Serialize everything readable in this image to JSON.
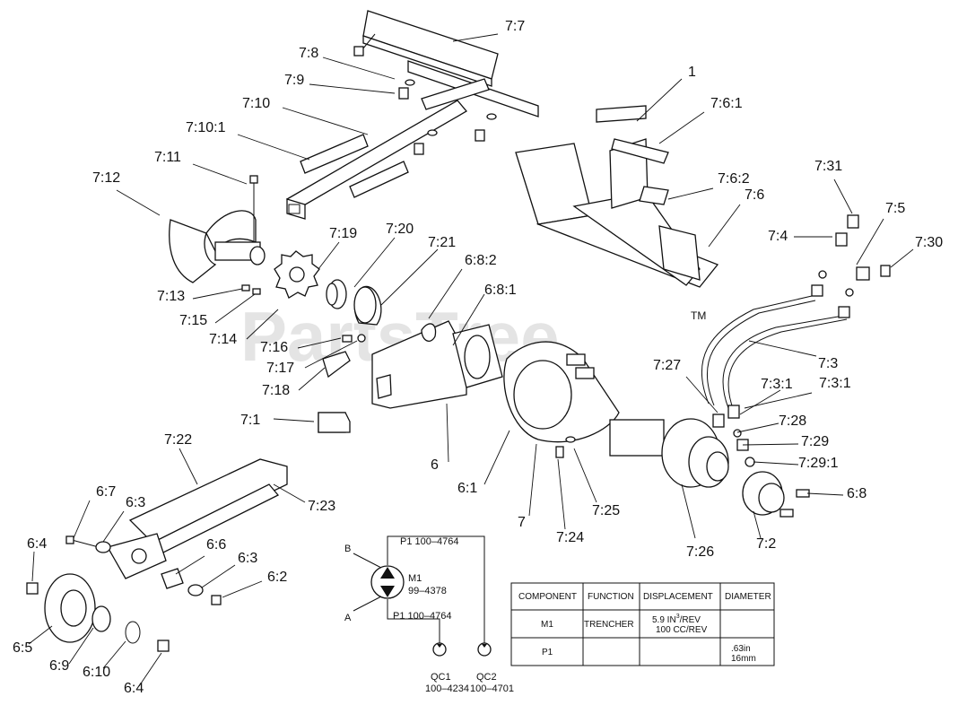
{
  "watermark": "PartsTree",
  "watermark_tm": "TM",
  "callouts": [
    "7:7",
    "7:8",
    "7:9",
    "7:10",
    "7:10:1",
    "1",
    "7:6:1",
    "7:11",
    "7:12",
    "7:6:2",
    "7:6",
    "7:31",
    "7:5",
    "7:4",
    "7:30",
    "7:19",
    "7:20",
    "7:21",
    "6:8:2",
    "6:8:1",
    "7:13",
    "7:15",
    "7:14",
    "7:16",
    "7:17",
    "7:18",
    "7:3:1",
    "7:3",
    "7:27",
    "7:3:1",
    "7:28",
    "7:29",
    "7:29:1",
    "6:8",
    "7:22",
    "7:23",
    "7:1",
    "6",
    "6:1",
    "7",
    "7:25",
    "7:24",
    "7:26",
    "7:2",
    "6:7",
    "6:3",
    "6:4",
    "6:6",
    "6:3",
    "6:2",
    "6:5",
    "6:9",
    "6:10",
    "6:4"
  ],
  "schematic": {
    "port_b": "B",
    "port_a": "A",
    "motor_id": "M1",
    "motor_part": "99–4378",
    "p1_top": "P1 100–4764",
    "p1_bottom": "P1 100–4764",
    "qc1_id": "QC1",
    "qc1_part": "100–4234",
    "qc2_id": "QC2",
    "qc2_part": "100–4701"
  },
  "spec_table": {
    "headers": [
      "COMPONENT",
      "FUNCTION",
      "DISPLACEMENT",
      "DIAMETER"
    ],
    "rows": [
      {
        "component": "M1",
        "function": "TRENCHER",
        "displacement_line1": "5.9 IN",
        "displacement_sup": "3",
        "displacement_tail": "/REV",
        "displacement_line2": "100 CC/REV",
        "diameter_line1": "",
        "diameter_line2": ""
      },
      {
        "component": "P1",
        "function": "",
        "displacement_line1": "",
        "displacement_sup": "",
        "displacement_tail": "",
        "displacement_line2": "",
        "diameter_line1": ".63in",
        "diameter_line2": "16mm"
      }
    ]
  }
}
